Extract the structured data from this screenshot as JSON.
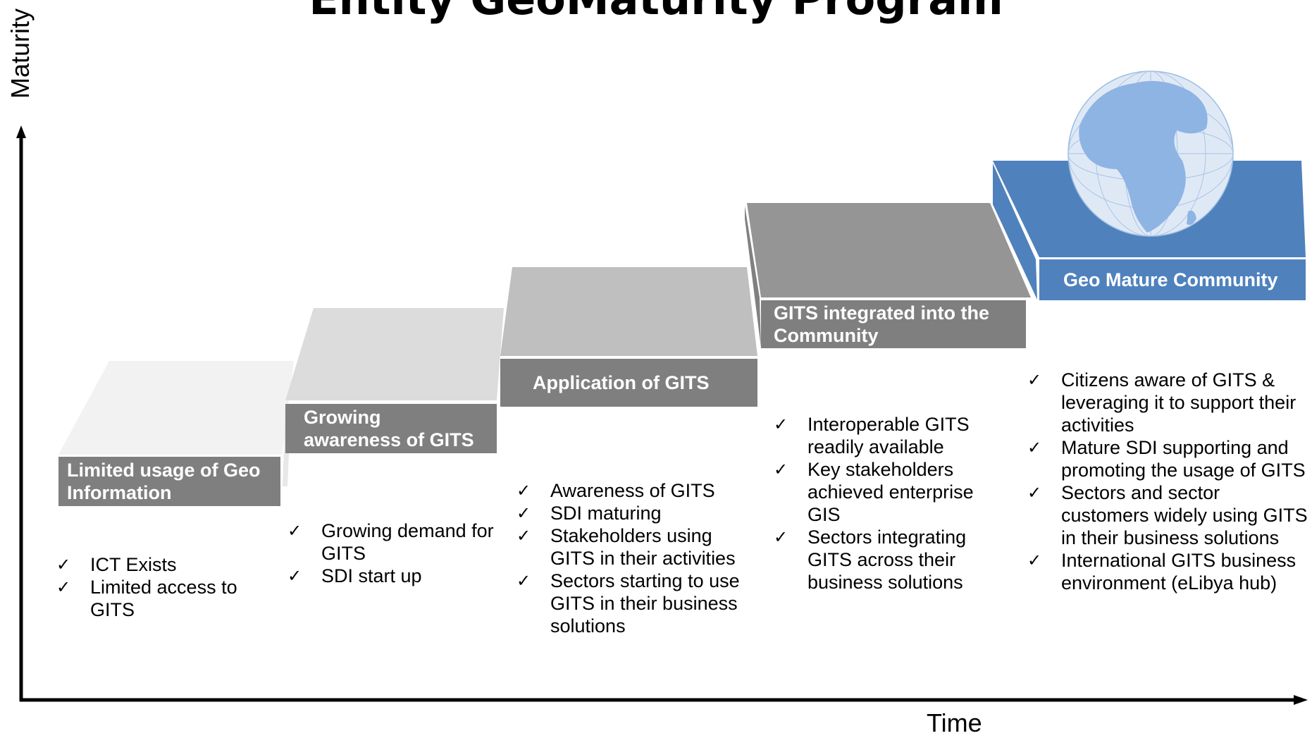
{
  "title": "Entity GeoMaturity Program",
  "axes": {
    "y_label": "Maturity",
    "x_label": "Time"
  },
  "steps": [
    {
      "label": "Limited usage of Geo Information",
      "bullets": [
        "ICT Exists",
        "Limited access to GITS"
      ]
    },
    {
      "label": "Growing awareness of GITS",
      "bullets": [
        "Growing demand for GITS",
        "SDI start up"
      ]
    },
    {
      "label": "Application of GITS",
      "bullets": [
        "Awareness of GITS",
        "SDI maturing",
        "Stakeholders using GITS in their activities",
        "Sectors starting to use GITS in their business solutions"
      ]
    },
    {
      "label": "GITS integrated into the Community",
      "bullets": [
        "Interoperable GITS readily available",
        "Key stakeholders achieved enterprise GIS",
        "Sectors integrating GITS across their business solutions"
      ]
    },
    {
      "label": "Geo Mature  Community",
      "bullets": [
        "Citizens aware of GITS & leveraging it to support their activities",
        "Mature SDI supporting and promoting the usage of GITS",
        "Sectors and sector customers widely using GITS in their business solutions",
        "International GITS business environment (eLibya hub)"
      ]
    }
  ],
  "check_glyph": "✓",
  "icons": {
    "final_step": "globe-icon"
  },
  "colors": {
    "label_gray": "#7f7f7f",
    "final_blue": "#4f81bd",
    "globe_blue": "#8eb4e3"
  }
}
